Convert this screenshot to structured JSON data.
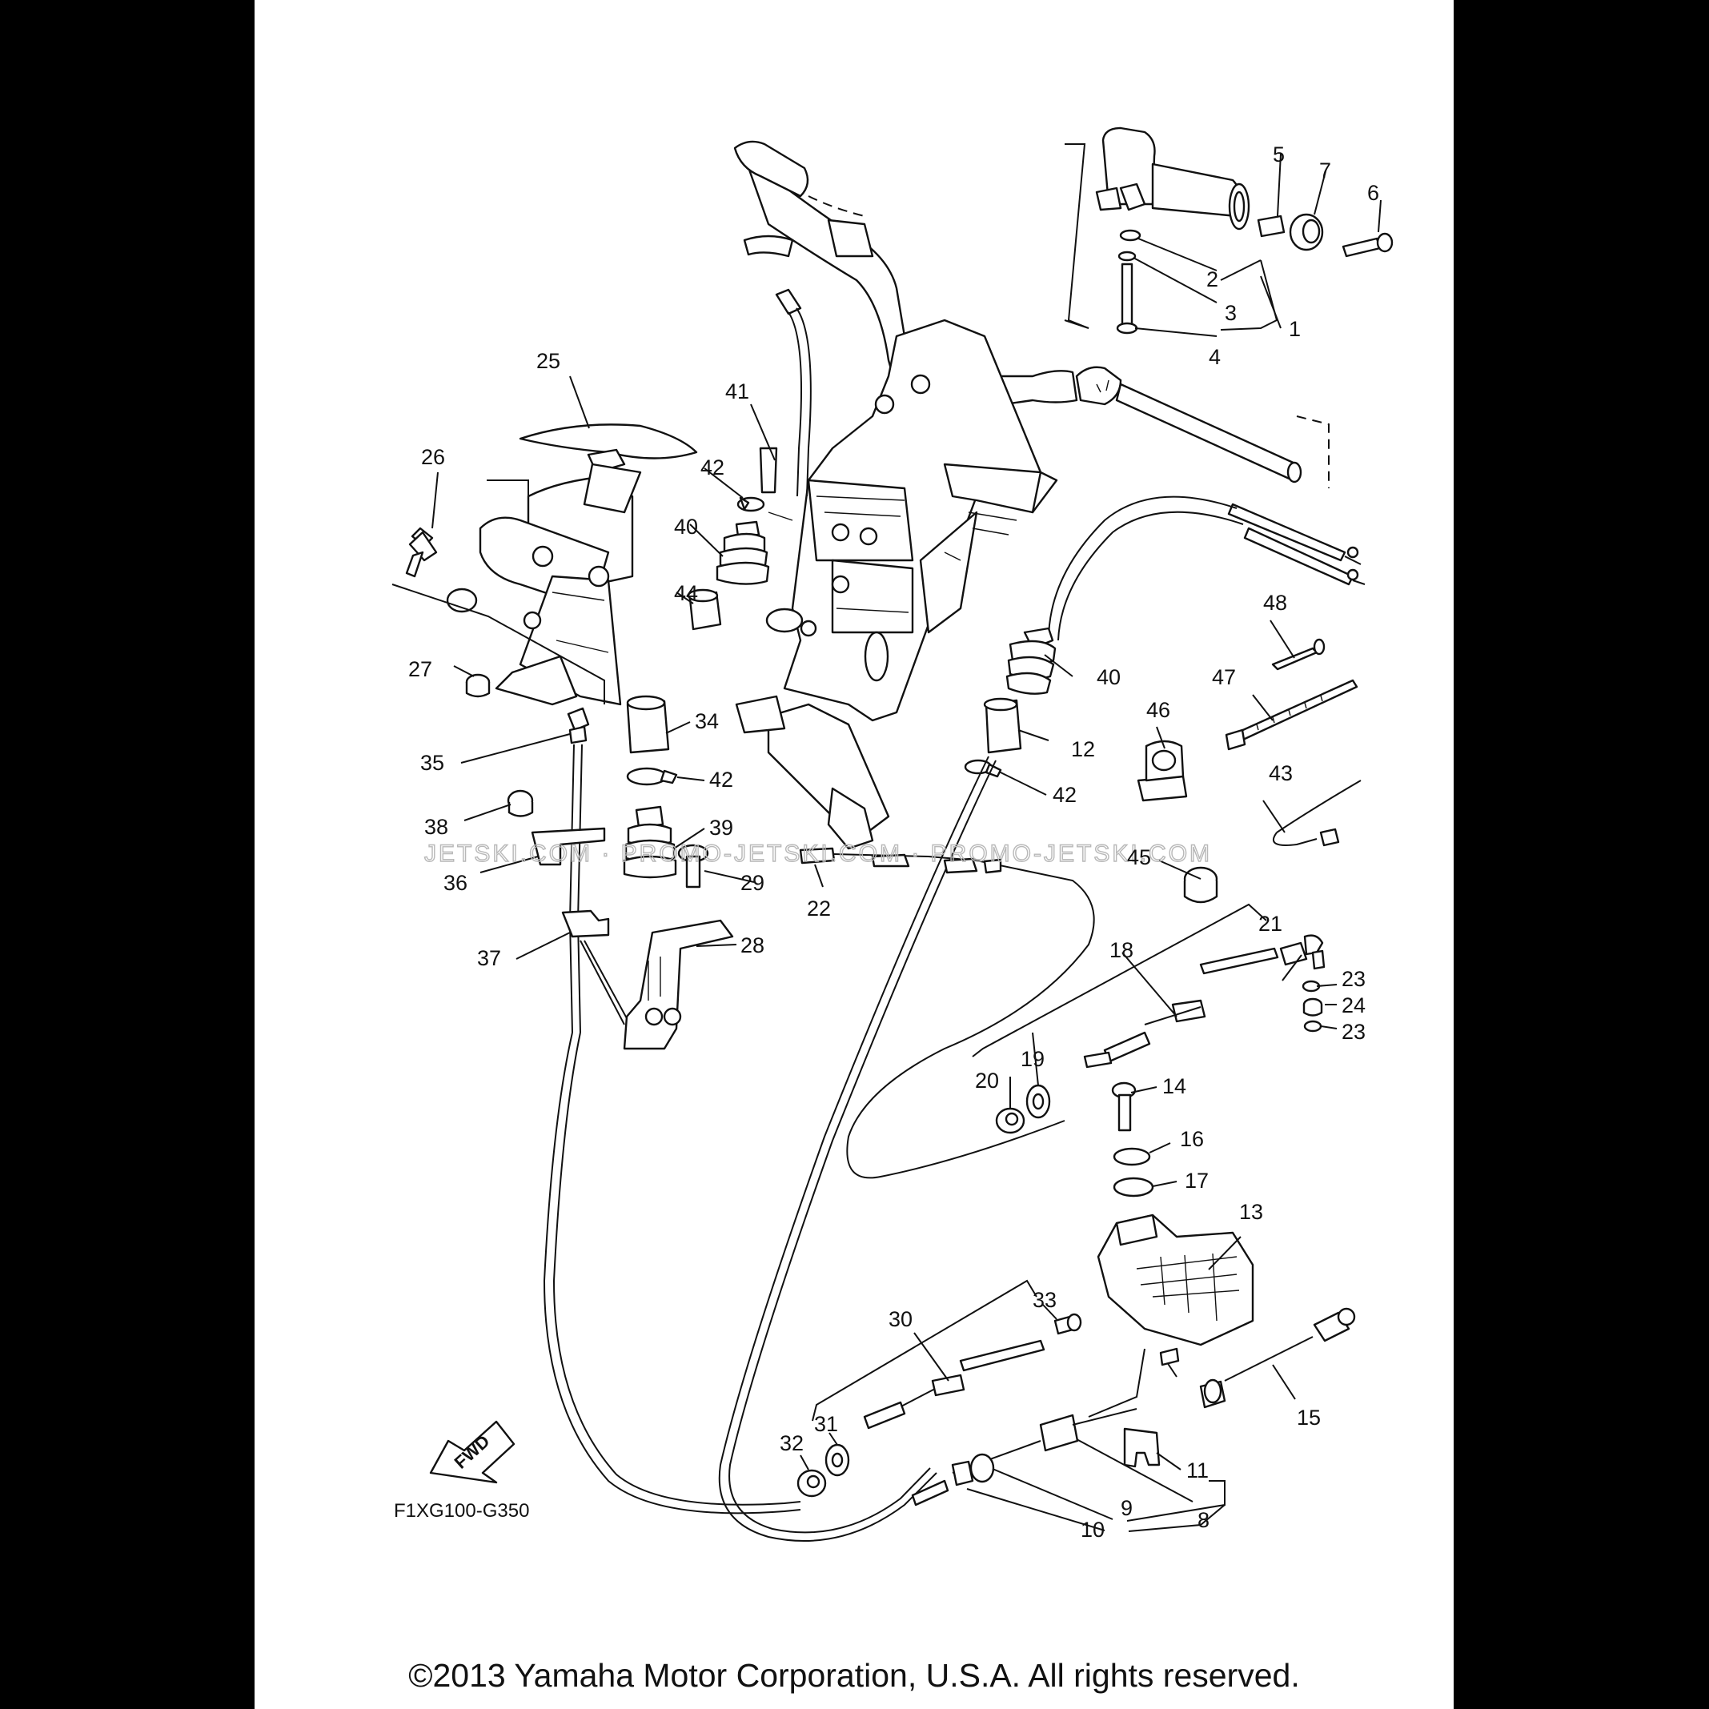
{
  "diagram": {
    "code": "F1XG100-G350",
    "direction_label": "FWD",
    "watermark": "JETSKI.COM · PROMO-JETSKI.COM · PROMO-JETSKI.COM",
    "copyright": "©2013 Yamaha Motor Corporation, U.S.A. All rights reserved."
  },
  "callouts": {
    "c1": "1",
    "c2": "2",
    "c3": "3",
    "c4": "4",
    "c5": "5",
    "c6": "6",
    "c7": "7",
    "c8": "8",
    "c9": "9",
    "c10": "10",
    "c11": "11",
    "c12": "12",
    "c13": "13",
    "c14": "14",
    "c15": "15",
    "c16": "16",
    "c17": "17",
    "c18": "18",
    "c19": "19",
    "c20": "20",
    "c21": "21",
    "c22": "22",
    "c23a": "23",
    "c23b": "23",
    "c24": "24",
    "c25": "25",
    "c26": "26",
    "c27": "27",
    "c28": "28",
    "c29": "29",
    "c30": "30",
    "c31": "31",
    "c32": "32",
    "c33": "33",
    "c34": "34",
    "c35": "35",
    "c36": "36",
    "c37": "37",
    "c38": "38",
    "c39": "39",
    "c40a": "40",
    "c40b": "40",
    "c41": "41",
    "c42a": "42",
    "c42b": "42",
    "c42c": "42",
    "c43": "43",
    "c44": "44",
    "c45": "45",
    "c46": "46",
    "c47": "47",
    "c48": "48"
  }
}
